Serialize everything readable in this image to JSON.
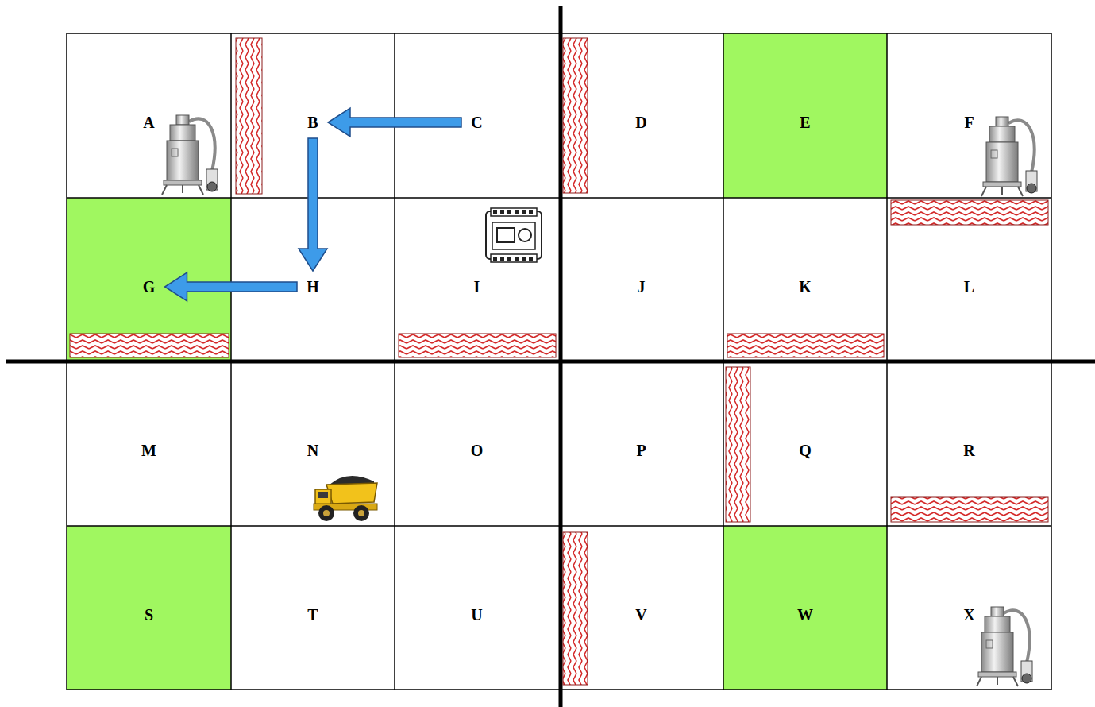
{
  "diagram": {
    "nodes": [
      {
        "text": [
          "A"
        ]
      },
      {
        "text": [
          "B"
        ]
      },
      {
        "text": [
          "C"
        ]
      },
      {
        "text": [
          "D"
        ]
      },
      {
        "text": [
          "E"
        ]
      },
      {
        "text": [
          "F"
        ]
      },
      {
        "text": [
          "G"
        ]
      },
      {
        "text": [
          "H"
        ]
      },
      {
        "text": [
          "I"
        ]
      },
      {
        "text": [
          "J"
        ]
      },
      {
        "text": [
          "K"
        ]
      },
      {
        "text": [
          "L"
        ]
      },
      {
        "text": [
          "M"
        ]
      },
      {
        "text": [
          "N"
        ]
      },
      {
        "text": [
          "O"
        ]
      },
      {
        "text": [
          "P"
        ]
      },
      {
        "text": [
          "Q"
        ]
      },
      {
        "text": [
          "R"
        ]
      },
      {
        "text": [
          "S"
        ]
      },
      {
        "text": [
          "T"
        ]
      },
      {
        "text": [
          "U"
        ]
      },
      {
        "text": [
          "V"
        ]
      },
      {
        "text": [
          "W"
        ]
      },
      {
        "text": [
          "X"
        ]
      }
    ],
    "edges": [
      {
        "from": 2,
        "to": 1,
        "arrow": "to"
      },
      {
        "from": 1,
        "to": 7,
        "arrow": "to"
      },
      {
        "from": 7,
        "to": 6,
        "arrow": "to"
      }
    ]
  }
}
